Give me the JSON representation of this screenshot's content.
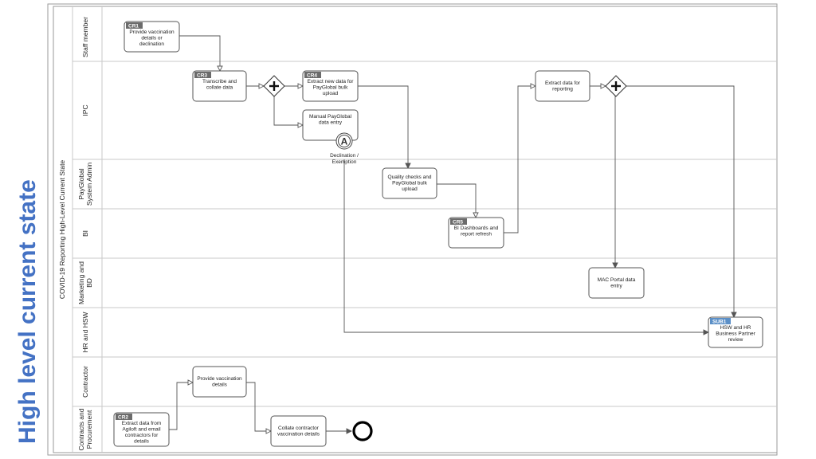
{
  "slide_title": "High level current state",
  "pool_title": "COVID-19 Reporting High-Level Current State",
  "lanes": [
    {
      "label_lines": [
        "Staff member"
      ]
    },
    {
      "label_lines": [
        "IPC"
      ]
    },
    {
      "label_lines": [
        "PayGlobal",
        "System Admin"
      ]
    },
    {
      "label_lines": [
        "BI"
      ]
    },
    {
      "label_lines": [
        "Marketing and",
        "BD"
      ]
    },
    {
      "label_lines": [
        "HR and HSW"
      ]
    },
    {
      "label_lines": [
        "Contractor"
      ]
    },
    {
      "label_lines": [
        "Contracts and",
        "Procurement"
      ]
    }
  ],
  "tasks": {
    "cr1": {
      "tag": "CR1",
      "lines": [
        "Provide vaccination",
        "details or",
        "declination"
      ]
    },
    "cr3": {
      "tag": "CR3",
      "lines": [
        "Transcribe and",
        "collate data"
      ]
    },
    "cr4": {
      "tag": "CR4",
      "lines": [
        "Extract new data for",
        "PayGlobal bulk",
        "upload"
      ]
    },
    "manual": {
      "tag": "",
      "lines": [
        "Manual PayGlobal",
        "data entry"
      ]
    },
    "extract": {
      "tag": "",
      "lines": [
        "Extract data for",
        "reporting"
      ]
    },
    "quality": {
      "tag": "",
      "lines": [
        "Quality checks and",
        "PayGlobal bulk",
        "upload"
      ]
    },
    "cr5": {
      "tag": "CR5",
      "lines": [
        "BI Dashboards and",
        "report refresh"
      ]
    },
    "mac": {
      "tag": "",
      "lines": [
        "MAC Portal data",
        "entry"
      ]
    },
    "sub1": {
      "tag": "SUB1",
      "lines": [
        "HSW and HR",
        "Business Partner",
        "review"
      ]
    },
    "provide": {
      "tag": "",
      "lines": [
        "Provide vaccination",
        "details"
      ]
    },
    "cr2": {
      "tag": "CR2",
      "lines": [
        "Extract data from",
        "Agiloft and email",
        "contractors for",
        "details"
      ]
    },
    "collate": {
      "tag": "",
      "lines": [
        "Collate contractor",
        "vaccination details"
      ]
    }
  },
  "annotation": {
    "lines": [
      "Declination /",
      "Exemption"
    ],
    "event_glyph": "A"
  },
  "colors": {
    "title": "#4472c4",
    "tag": "#6b6b6b",
    "tag_sub": "#5b8fc7"
  }
}
